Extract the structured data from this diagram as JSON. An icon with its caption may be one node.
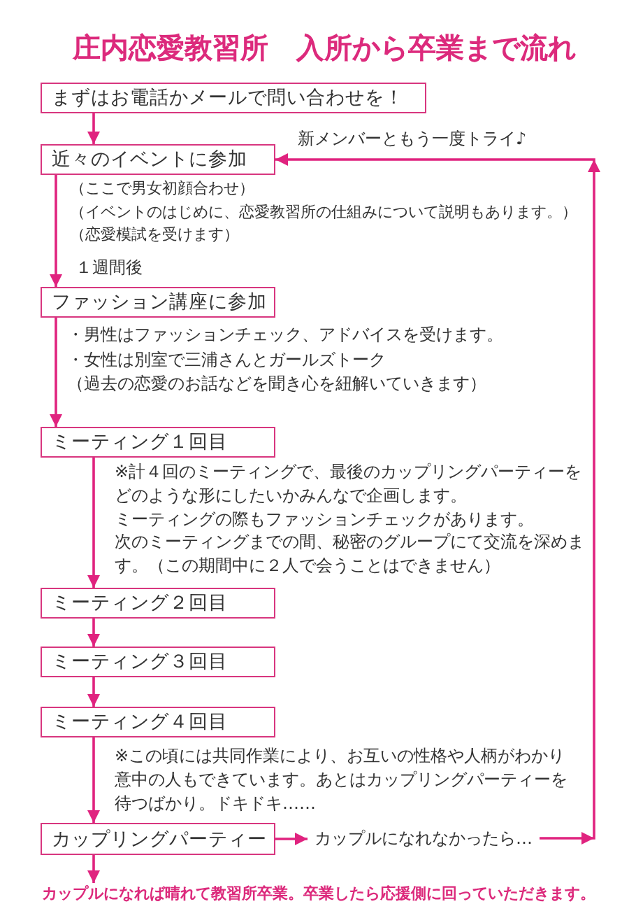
{
  "diagram": {
    "title": "庄内恋愛教習所　入所から卒業まで流れ",
    "nodes": [
      {
        "text": [
          "まずはお電話かメールで問い合わせを！"
        ]
      },
      {
        "text": [
          "近々のイベントに参加"
        ],
        "beside": [
          "（ここで男女初顔合わせ）",
          "（イベントのはじめに、恋愛教習所の仕組みについて説明もあります。）",
          "（恋愛模試を受けます）"
        ]
      },
      {
        "text": [
          "ファッション講座に参加"
        ],
        "beside": [
          "・男性はファッションチェック、アドバイスを受けます。",
          "・女性は別室で三浦さんとガールズトーク",
          "（過去の恋愛のお話などを聞き心を紐解いていきます）"
        ]
      },
      {
        "text": [
          "ミーティング１回目"
        ],
        "beside": [
          "※計４回のミーティングで、最後のカップリングパーティーをどのような形にしたいかみんなで企画します。",
          "ミーティングの際もファッションチェックがあります。",
          "次のミーティングまでの間、秘密のグループにて交流を深めます。（この期間中に２人で会うことはできません）"
        ]
      },
      {
        "text": [
          "ミーティング２回目"
        ]
      },
      {
        "text": [
          "ミーティング３回目"
        ]
      },
      {
        "text": [
          "ミーティング４回目"
        ],
        "beside": [
          "※この頃には共同作業により、お互いの性格や人柄がわかり意中の人もできています。あとはカップリングパーティーを待つばかり。ドキドキ……"
        ]
      },
      {
        "text": [
          "カップリングパーティー"
        ]
      },
      {
        "text": [
          "カップルになれなかったら…"
        ]
      },
      {
        "text": [
          "カップルになれば晴れて教習所卒業。卒業したら応援側に回っていただきます。"
        ]
      }
    ],
    "edges": [
      {
        "from": 0,
        "to": 1,
        "arrow": "to"
      },
      {
        "from": 1,
        "to": 2,
        "arrow": "to",
        "label": "１週間後"
      },
      {
        "from": 2,
        "to": 3,
        "arrow": "to"
      },
      {
        "from": 3,
        "to": 4,
        "arrow": "to"
      },
      {
        "from": 4,
        "to": 5,
        "arrow": "to"
      },
      {
        "from": 5,
        "to": 6,
        "arrow": "to"
      },
      {
        "from": 6,
        "to": 7,
        "arrow": "to"
      },
      {
        "from": 7,
        "to": 8,
        "arrow": "to"
      },
      {
        "from": 8,
        "to": 1,
        "arrow": "to",
        "label": "新メンバーともう一度トライ♪"
      },
      {
        "from": 7,
        "to": 9,
        "arrow": "to"
      }
    ]
  }
}
